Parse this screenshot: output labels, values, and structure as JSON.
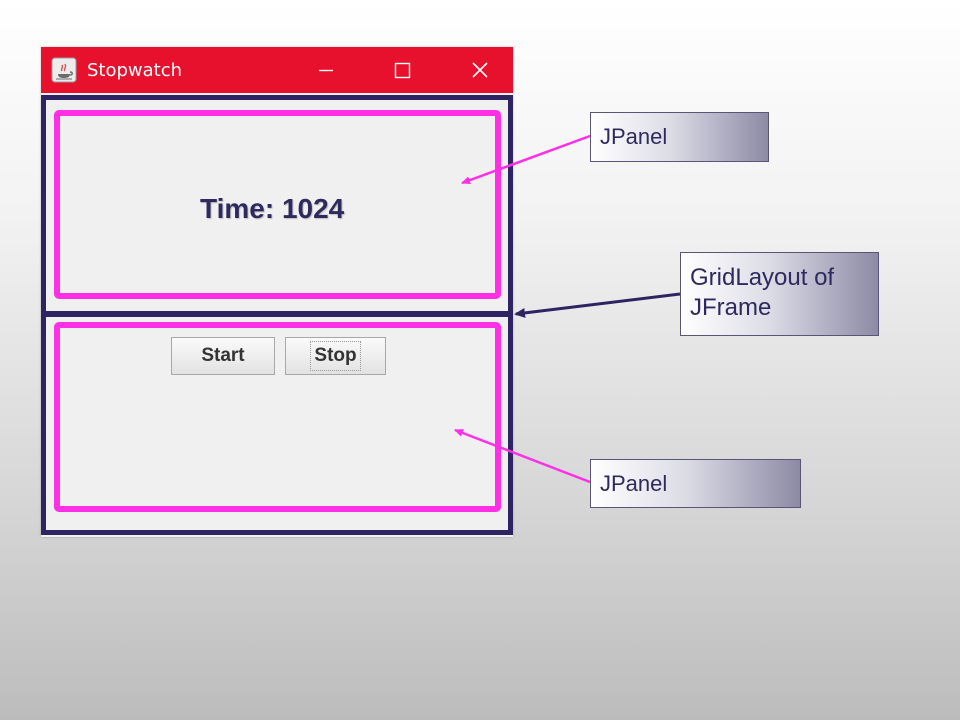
{
  "window": {
    "title": "Stopwatch",
    "titlebar_color": "#e8112d",
    "controls": {
      "minimize_icon": "minimize-icon",
      "maximize_icon": "maximize-icon",
      "close_icon": "close-icon"
    }
  },
  "top_panel": {
    "time_label": "Time: 1024"
  },
  "bottom_panel": {
    "start_label": "Start",
    "stop_label": "Stop"
  },
  "callouts": {
    "top_jpanel": "JPanel",
    "gridlayout": "GridLayout of JFrame",
    "bottom_jpanel": "JPanel"
  },
  "colors": {
    "frame_border": "#2e2462",
    "panel_border": "#ff2fe6",
    "arrow_magenta": "#ff2fe6",
    "arrow_navy": "#2e2462",
    "text": "#2e2a5e"
  }
}
